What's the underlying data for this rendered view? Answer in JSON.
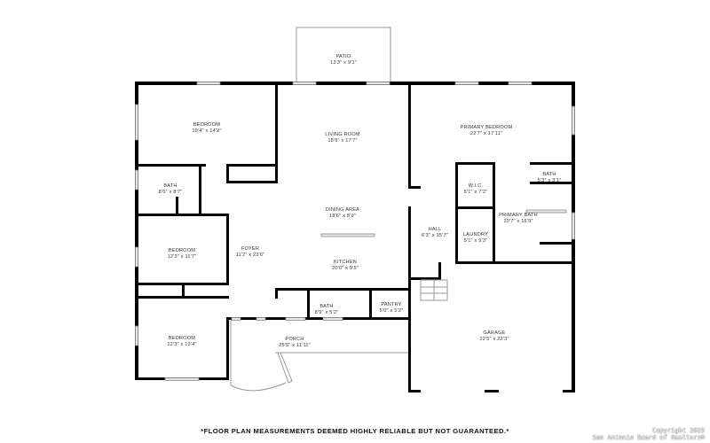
{
  "floor_plan": {
    "rooms": [
      {
        "id": "patio",
        "name": "PATIO",
        "dims": "13'3\" x 9'1\""
      },
      {
        "id": "bedroom-1",
        "name": "BEDROOM",
        "dims": "19'4\" x 14'2\""
      },
      {
        "id": "living-room",
        "name": "LIVING ROOM",
        "dims": "18'6\" x 17'7\""
      },
      {
        "id": "primary-bedroom",
        "name": "PRIMARY BEDROOM",
        "dims": "22'7\" x 17'11\""
      },
      {
        "id": "bath-1",
        "name": "BATH",
        "dims": "8'6\" x 8'7\""
      },
      {
        "id": "wic",
        "name": "W.I.C.",
        "dims": "5'1\" x 7'2\""
      },
      {
        "id": "primary-small-bath",
        "name": "BATH",
        "dims": "5'3\" x 3'1\""
      },
      {
        "id": "dining-area",
        "name": "DINING AREA",
        "dims": "18'6\" x 8'9\""
      },
      {
        "id": "hall",
        "name": "HALL",
        "dims": "6'3\" x 15'7\""
      },
      {
        "id": "primary-bath",
        "name": "PRIMARY BATH",
        "dims": "10'7\" x 16'9\""
      },
      {
        "id": "laundry",
        "name": "LAUNDRY",
        "dims": "5'1\" x 9'3\""
      },
      {
        "id": "bedroom-2",
        "name": "BEDROOM",
        "dims": "12'3\" x 11'7\""
      },
      {
        "id": "foyer",
        "name": "FOYER",
        "dims": "11'2\" x 23'6\""
      },
      {
        "id": "kitchen",
        "name": "KITCHEN",
        "dims": "20'0\" x 9'5\""
      },
      {
        "id": "pantry",
        "name": "PANTRY",
        "dims": "5'0\" x 5'2\""
      },
      {
        "id": "bath-2",
        "name": "BATH",
        "dims": "8'9\" x 5'2\""
      },
      {
        "id": "bedroom-3",
        "name": "BEDROOM",
        "dims": "12'3\" x 13'4\""
      },
      {
        "id": "porch",
        "name": "PORCH",
        "dims": "25'5\" x 11'11\""
      },
      {
        "id": "garage",
        "name": "GARAGE",
        "dims": "22'5\" x 22'3\""
      }
    ]
  },
  "footer": {
    "disclaimer": "*FLOOR PLAN MEASUREMENTS DEEMED HIGHLY RELIABLE BUT NOT GUARANTEED.*",
    "copyright_line1": "Copyright 2025",
    "copyright_line2": "San Antonio Board of Realtors®"
  },
  "colors": {
    "wall": "#000000",
    "background": "#ffffff",
    "window": "#e8e8e8"
  }
}
